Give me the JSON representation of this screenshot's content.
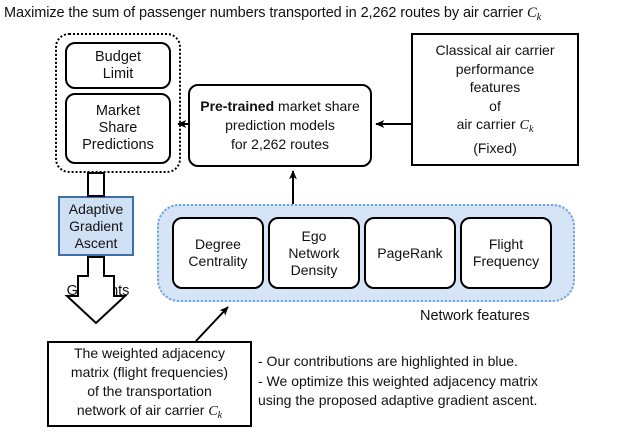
{
  "title": {
    "prefix": "Maximize the sum of passenger numbers transported in 2,262 routes by air carrier ",
    "variable": "C",
    "subscript": "k"
  },
  "constraints_group": {
    "name": "constraints-dotted-group",
    "budget_limit": "Budget\nLimit",
    "budget_limit_lines": [
      "Budget",
      "Limit"
    ],
    "market_share": "Market\nShare\nPredictions",
    "market_share_lines": [
      "Market",
      "Share",
      "Predictions"
    ]
  },
  "pretrained": {
    "bold_prefix": "Pre-trained",
    "rest_line1": " market share",
    "line2": "prediction models",
    "line3": "for 2,262 routes"
  },
  "classical": {
    "lines": [
      "Classical air carrier",
      "performance",
      "features",
      "of"
    ],
    "carrier_line_prefix": "air carrier ",
    "carrier_variable": "C",
    "carrier_subscript": "k",
    "fixed": "(Fixed)"
  },
  "adaptive": {
    "lines": [
      "Adaptive",
      "Gradient",
      "Ascent"
    ],
    "fill_color": "#cfe0f5",
    "border_color": "#3f6fa8"
  },
  "gradients_label": "Gradients",
  "network_features": {
    "container_fill": "#d6e4f7",
    "container_border": "#6f9fd8",
    "caption": "Network features",
    "items": [
      {
        "lines": [
          "Degree",
          "Centrality"
        ]
      },
      {
        "lines": [
          "Ego",
          "Network",
          "Density"
        ]
      },
      {
        "lines": [
          "PageRank"
        ]
      },
      {
        "lines": [
          "Flight",
          "Frequency"
        ]
      }
    ]
  },
  "matrix_box": {
    "lines": [
      "The weighted adjacency",
      "matrix (flight frequencies)",
      "of the transportation"
    ],
    "last_line_prefix": "network of air carrier ",
    "last_line_variable": "C",
    "last_line_subscript": "k"
  },
  "notes": {
    "line1": "- Our contributions are highlighted in blue.",
    "line2": "- We optimize this weighted adjacency matrix",
    "line3": "using the proposed adaptive gradient ascent."
  }
}
